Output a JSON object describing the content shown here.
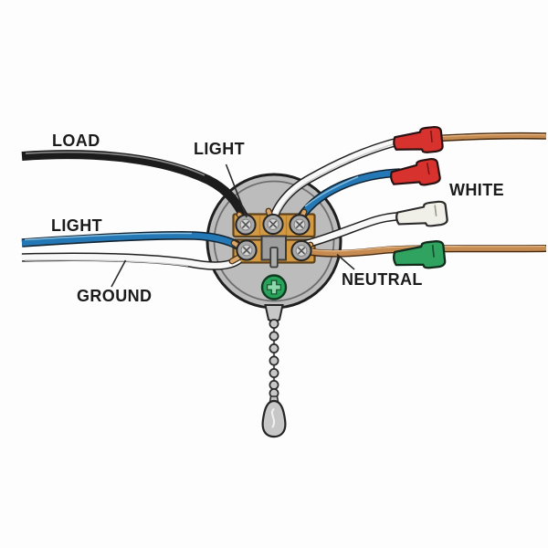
{
  "diagram": {
    "type": "wiring-diagram",
    "subject": "pull-chain-switch-wiring",
    "labels": {
      "load": "LOAD",
      "light_top": "LIGHT",
      "light_left": "LIGHT",
      "ground": "GROUND",
      "neutral": "NEUTRAL",
      "white": "WHITE"
    },
    "colors": {
      "background": "#fdfdfd",
      "outline": "#1e1e1e",
      "wire_black": "#1c1c1c",
      "wire_black_highlight": "#878787",
      "wire_blue": "#2578b6",
      "wire_blue_highlight": "#85bede",
      "wire_white": "#f8f8f8",
      "wire_white_shade": "#cccccc",
      "wire_copper": "#c68b51",
      "wire_copper_highlight": "#e8b887",
      "copper_tip": "#d9a76c",
      "nut_red": "#d8322e",
      "nut_white": "#f1f0e8",
      "nut_green": "#2fa35f",
      "switch_body": "#bcbcbc",
      "switch_inner_ring": "#6e6e6e",
      "terminal_brass": "#d39a43",
      "terminal_gray_block": "#9e9e9e",
      "screw_outer": "#a9a9a9",
      "screw_inner": "#d6d6d6",
      "ground_screw_green": "#27a35b",
      "ground_screw_cross": "#8fd8ac",
      "chain_gray": "#c7c7c7",
      "label_text": "#1b1b1b",
      "pointer_line": "#2b2b2b"
    },
    "components": {
      "switch_body": "pull-chain switch housing",
      "terminal_strips": 2,
      "terminal_screws": 5,
      "ground_screw": "green cross-head screw",
      "wire_nuts": [
        "red",
        "red",
        "white",
        "green"
      ],
      "pull_chain": "ball chain with teardrop fob"
    },
    "connections": [
      {
        "wire": "black",
        "label": "LOAD",
        "from": "left edge",
        "to": "upper terminal left"
      },
      {
        "wire": "white",
        "label": "LIGHT",
        "from": "upper terminal middle",
        "to": "red wire nut 1, copper wire continues to right edge"
      },
      {
        "wire": "blue",
        "label": "",
        "from": "upper terminal right",
        "to": "red wire nut 2"
      },
      {
        "wire": "blue",
        "label": "LIGHT",
        "from": "left edge",
        "to": "lower terminal left"
      },
      {
        "wire": "white",
        "label": "GROUND",
        "from": "left edge",
        "to": "lower terminal left"
      },
      {
        "wire": "white",
        "label": "WHITE",
        "from": "lower terminal right",
        "to": "white wire nut"
      },
      {
        "wire": "copper",
        "label": "NEUTRAL",
        "from": "lower terminal right",
        "to": "green wire nut, continues to right edge"
      }
    ]
  }
}
